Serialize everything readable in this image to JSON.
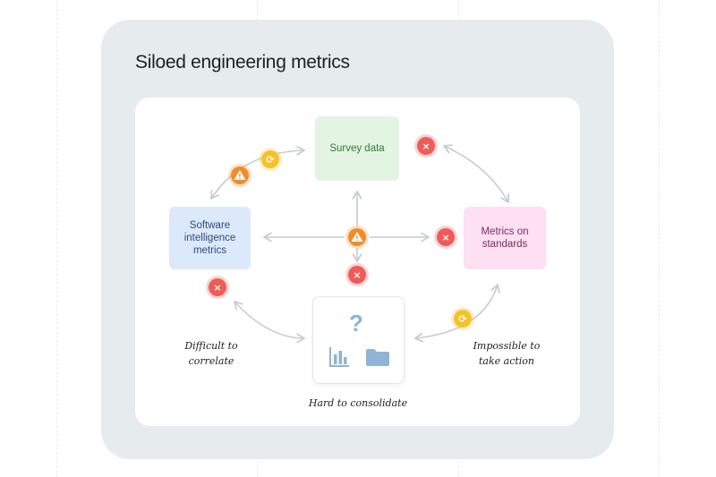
{
  "title": "Siloed engineering metrics",
  "boxes": {
    "survey": "Survey data",
    "software": "Software intelligence metrics",
    "metrics": "Metrics on standards"
  },
  "hub": {
    "question": "?",
    "icons": [
      "bar-chart-icon",
      "folder-icon"
    ]
  },
  "notes": {
    "left": "Difficult to correlate",
    "bottom": "Hard to consolidate",
    "right": "Impossible to take action"
  },
  "badges": [
    {
      "type": "warning-icon",
      "symbol": "!"
    },
    {
      "type": "sync-icon",
      "symbol": "⟳"
    },
    {
      "type": "error-icon",
      "symbol": "×"
    },
    {
      "type": "warning-icon",
      "symbol": "!"
    },
    {
      "type": "error-icon",
      "symbol": "×"
    },
    {
      "type": "error-icon",
      "symbol": "×"
    },
    {
      "type": "error-icon",
      "symbol": "×"
    },
    {
      "type": "sync-icon",
      "symbol": "⟳"
    }
  ],
  "colors": {
    "warning": "#f28c28",
    "error": "#ef5b57",
    "sync": "#f6c229",
    "arrow": "#c6ccd2"
  }
}
